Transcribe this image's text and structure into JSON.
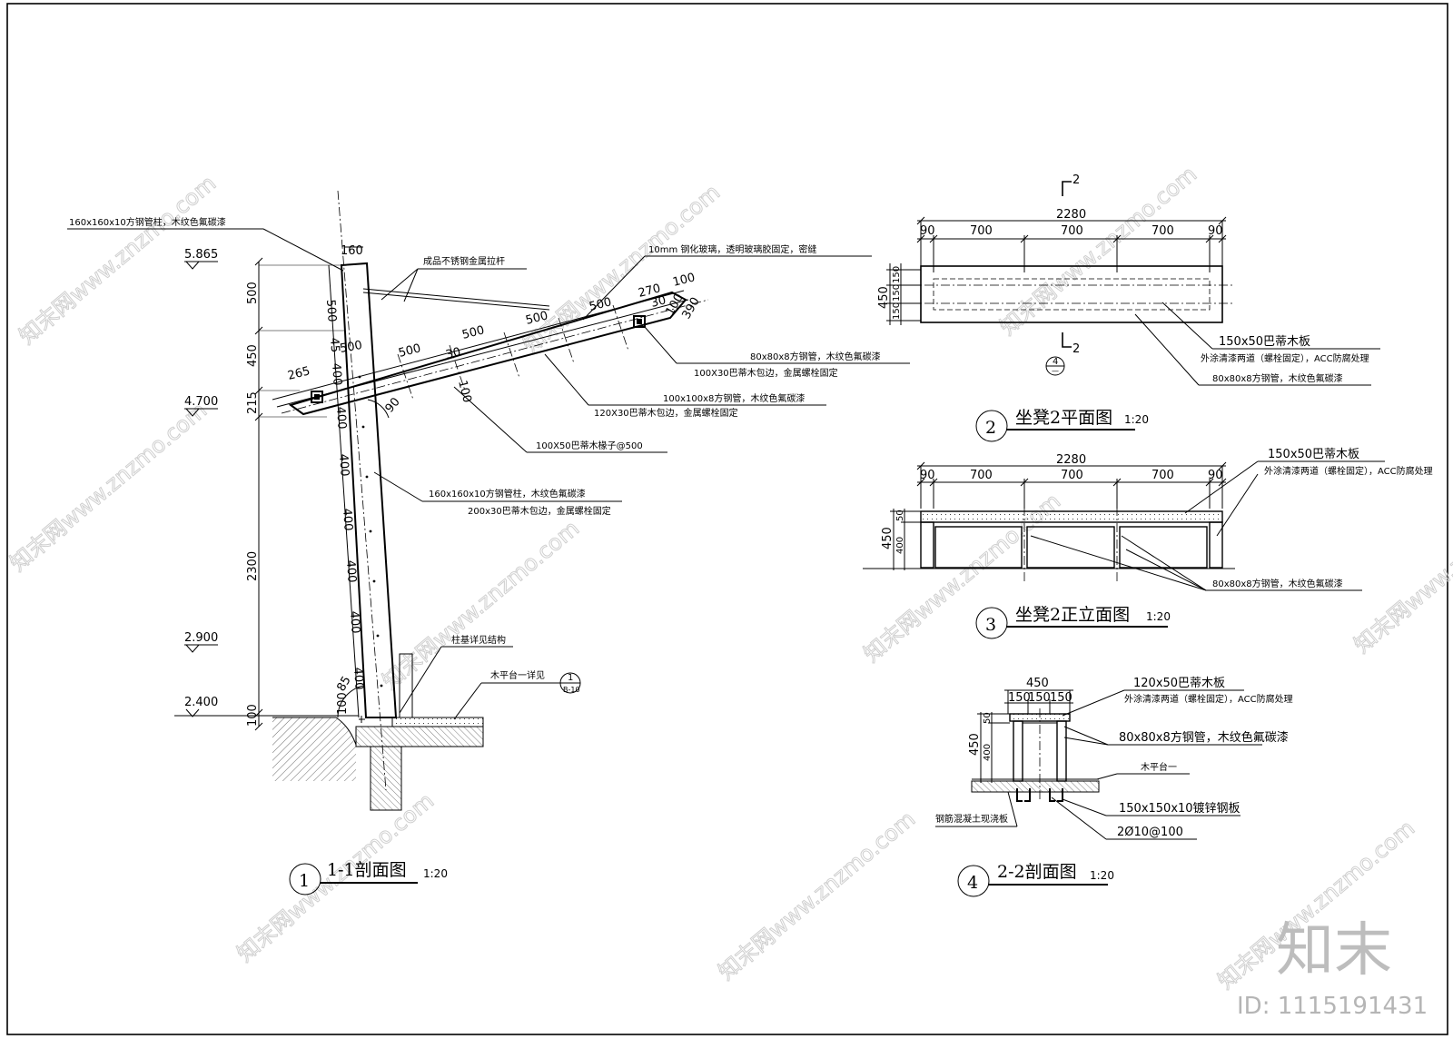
{
  "watermark": {
    "site": "知末网www.znzmo.com",
    "brand": "知末",
    "id_label": "ID: 1115191431"
  },
  "drawing1": {
    "number": "1",
    "title": "1-1剖面图",
    "scale": "1:20",
    "elevations": [
      "5.865",
      "4.700",
      "2.900",
      "2.400"
    ],
    "vertical_dims": [
      "500",
      "450",
      "215",
      "2300",
      "100"
    ],
    "post_dims": [
      "160",
      "500",
      "45",
      "400",
      "500",
      "400",
      "400",
      "400",
      "400",
      "400",
      "400",
      "100"
    ],
    "beam_dims": [
      "265",
      "500",
      "30",
      "500",
      "500",
      "500",
      "270",
      "100",
      "30",
      "100",
      "390",
      "100",
      "90"
    ],
    "angle": "85",
    "notes": {
      "post_top": "160x160x10方钢管柱，木纹色氟碳漆",
      "rod": "成品不锈钢金属拉杆",
      "glass": "10mm 钢化玻璃，透明玻璃胶固定，密缝",
      "steel80_a": "80x80x8方钢管，木纹色氟碳漆",
      "wrap100": "100X30巴蒂木包边，金属螺栓固定",
      "steel100": "100x100x8方钢管，木纹色氟碳漆",
      "wrap120": "120X30巴蒂木包边，金属螺栓固定",
      "rafter": "100X50巴蒂木椽子@500",
      "post_mid": "160x160x10方钢管柱，木纹色氟碳漆",
      "wrap200": "200x30巴蒂木包边，金属螺栓固定",
      "footing": "柱基详见结构",
      "deck": "木平台一详见",
      "ref_top": "1",
      "ref_bottom": "B-10"
    }
  },
  "drawing2": {
    "number": "2",
    "title": "坐凳2平面图",
    "scale": "1:20",
    "section_mark": "2",
    "ref_top": "4",
    "ref_bottom": "—",
    "total": "2280",
    "segments": [
      "90",
      "700",
      "700",
      "700",
      "90"
    ],
    "depth": "450",
    "depth_parts": [
      "150",
      "150",
      "150"
    ],
    "notes": {
      "board": "150x50巴蒂木板",
      "board_finish": "外涂清漆两道（螺栓固定），ACC防腐处理",
      "steel": "80x80x8方钢管，木纹色氟碳漆"
    }
  },
  "drawing3": {
    "number": "3",
    "title": "坐凳2正立面图",
    "scale": "1:20",
    "total": "2280",
    "segments": [
      "90",
      "700",
      "700",
      "700",
      "90"
    ],
    "heights": [
      "450",
      "50",
      "400"
    ],
    "notes": {
      "board": "150x50巴蒂木板",
      "board_finish": "外涂清漆两道（螺栓固定），ACC防腐处理",
      "steel": "80x80x8方钢管，木纹色氟碳漆"
    }
  },
  "drawing4": {
    "number": "4",
    "title": "2-2剖面图",
    "scale": "1:20",
    "width": "450",
    "width_parts": [
      "150",
      "150",
      "150"
    ],
    "heights": [
      "450",
      "50",
      "400"
    ],
    "notes": {
      "board": "120x50巴蒂木板",
      "board_finish": "外涂清漆两道（螺栓固定），ACC防腐处理",
      "steel": "80x80x8方钢管，木纹色氟碳漆",
      "deck": "木平台一",
      "plate": "150x150x10镀锌钢板",
      "rebar": "2Ø10@100",
      "slab": "钢筋混凝土现浇板"
    }
  }
}
